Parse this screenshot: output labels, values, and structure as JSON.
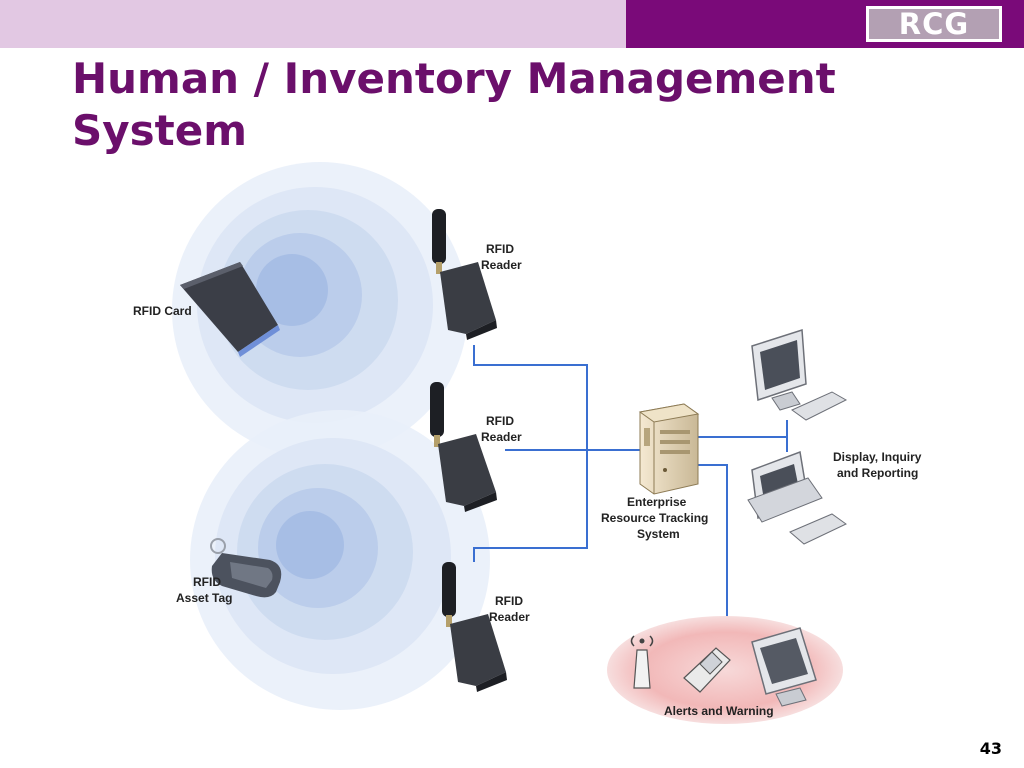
{
  "header": {
    "logo_text": "RCG",
    "title_line1": "Human / Inventory Management",
    "title_line2": "System"
  },
  "diagram": {
    "rfid_card": "RFID Card",
    "asset_tag_line1": "RFID",
    "asset_tag_line2": "Asset Tag",
    "reader_line1": "RFID",
    "reader_line2": "Reader",
    "server_line1": "Enterprise",
    "server_line2": "Resource Tracking",
    "server_line3": "System",
    "display_line1": "Display, Inquiry",
    "display_line2": "and Reporting",
    "alerts": "Alerts and Warning"
  },
  "footer": {
    "page_number": "43"
  },
  "colors": {
    "header_light": "#e2c8e3",
    "header_dark": "#7a0a79",
    "title": "#6b0f6b",
    "connector": "#3a6fd1"
  }
}
